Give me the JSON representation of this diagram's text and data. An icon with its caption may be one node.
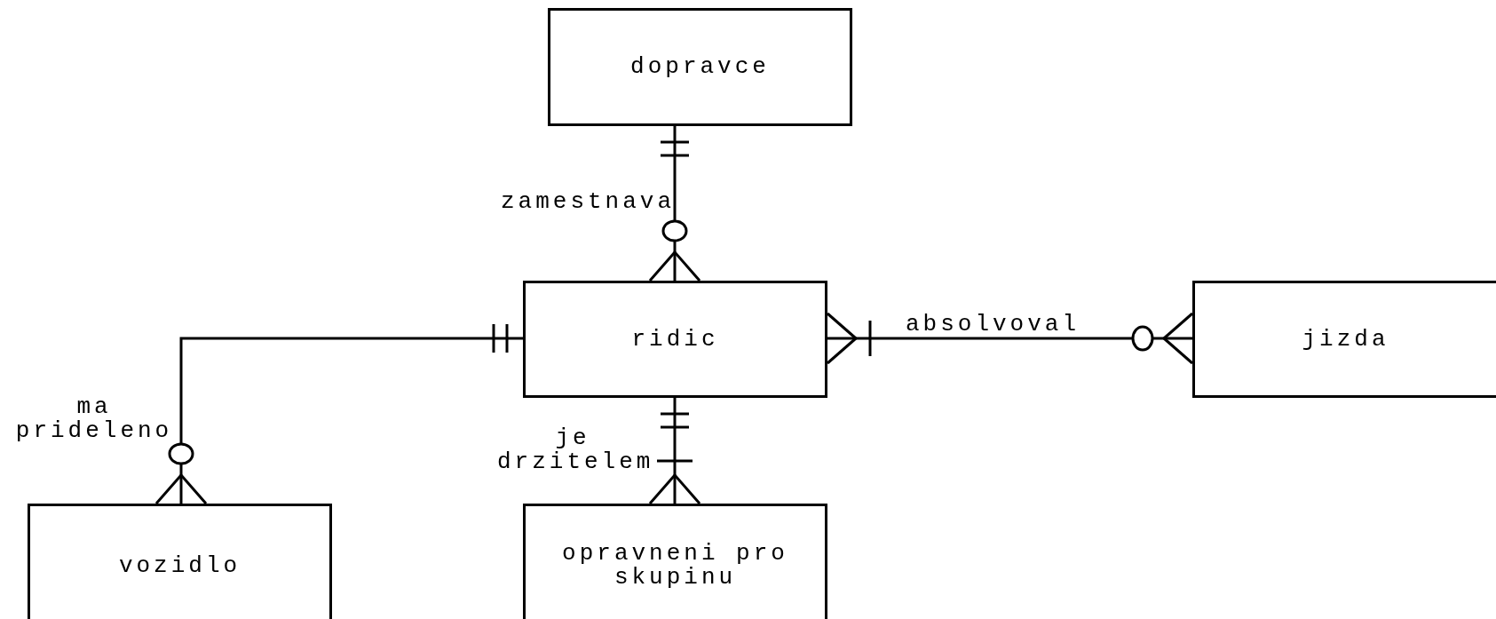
{
  "diagram": {
    "nodes": [
      {
        "text": [
          "dopravce"
        ]
      },
      {
        "text": [
          "ridic"
        ]
      },
      {
        "text": [
          "jizda"
        ]
      },
      {
        "text": [
          "vozidlo"
        ]
      },
      {
        "text": [
          "opravneni pro skupinu"
        ]
      }
    ],
    "edges": [
      {
        "from": 0,
        "to": 1,
        "arrow": "other",
        "label": "zamestnava"
      },
      {
        "from": 1,
        "to": 2,
        "arrow": "other",
        "label": "absolvoval"
      },
      {
        "from": 1,
        "to": 3,
        "arrow": "other",
        "label": "ma prideleno"
      },
      {
        "from": 1,
        "to": 4,
        "arrow": "other",
        "label": "je drzitelem"
      }
    ]
  }
}
